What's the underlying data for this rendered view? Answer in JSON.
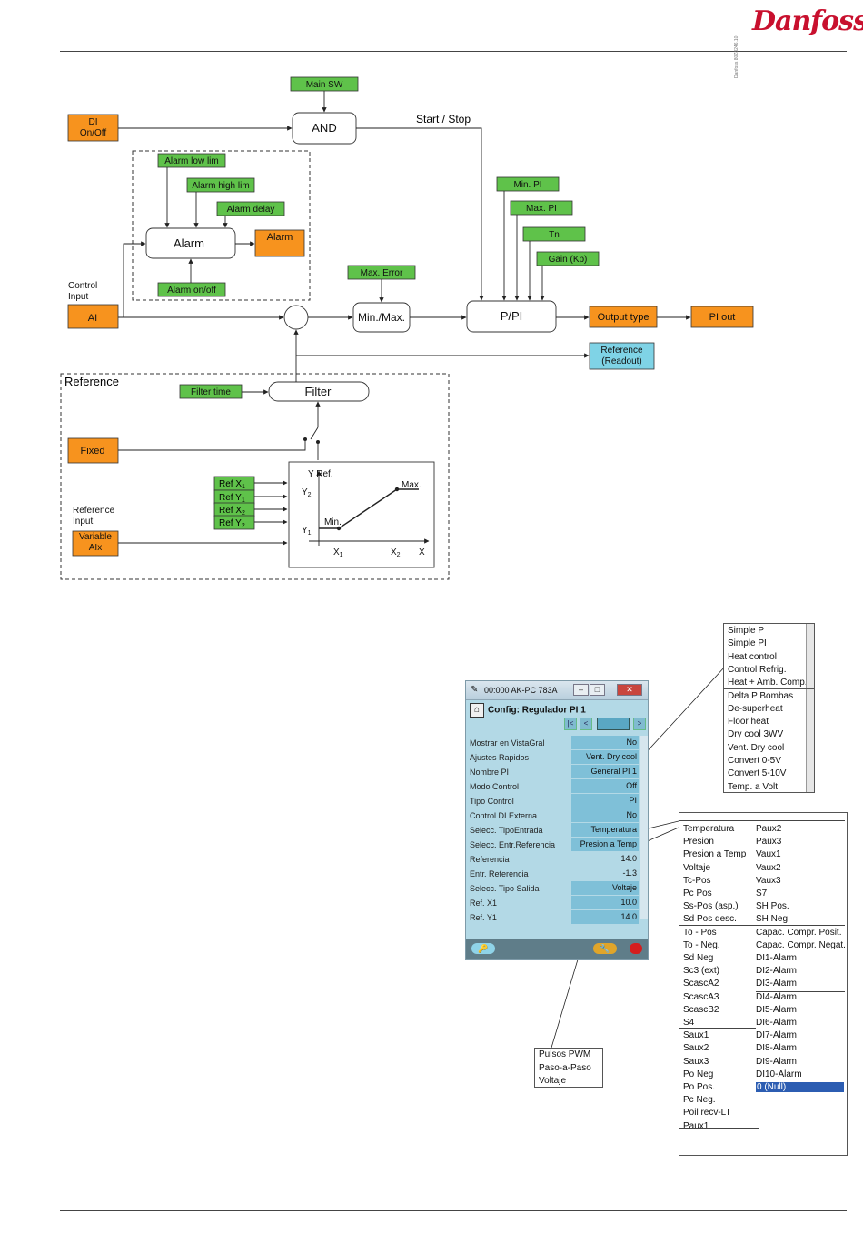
{
  "header": {
    "brand": "Danfoss"
  },
  "watermark": "Danfoss 80Z8246.10",
  "diagram": {
    "nodes": {
      "main_sw": "Main SW",
      "di_on_off": "DI On/Off",
      "and": "AND",
      "start_stop": "Start / Stop",
      "alarm_low_lim": "Alarm low lim",
      "alarm_high_lim": "Alarm high lim",
      "alarm_delay": "Alarm delay",
      "alarm_block": "Alarm",
      "alarm_out": "Alarm",
      "alarm_on_off": "Alarm on/off",
      "control_input": "Control Input",
      "ai": "AI",
      "max_error": "Max. Error",
      "min_max": "Min./Max.",
      "min_pi": "Min. PI",
      "max_pi": "Max. PI",
      "tn": "Tn",
      "gain": "Gain (Kp)",
      "p_pi": "P/PI",
      "output_type": "Output type",
      "pi_out": "PI out",
      "reference_readout": "Reference (Readout)",
      "reference_group": "Reference",
      "filter_time": "Filter time",
      "filter": "Filter",
      "fixed": "Fixed",
      "ref_x1": "Ref X1",
      "ref_y1": "Ref Y1",
      "ref_x2": "Ref X2",
      "ref_y2": "Ref Y2",
      "reference_input": "Reference Input",
      "variable_aix": "Variable AIx"
    },
    "graph": {
      "y_ref": "Y Ref.",
      "y2": "Y2",
      "y1": "Y1",
      "min": "Min.",
      "max": "Max.",
      "x1": "X1",
      "x2": "X2",
      "x": "X"
    }
  },
  "window": {
    "title": "00:000 AK-PC 783A",
    "header": "Config: Regulador PI 1",
    "rows": [
      {
        "label": "Mostrar en VistaGral",
        "value": "No"
      },
      {
        "label": "Ajustes Rapidos",
        "value": "Vent. Dry cool"
      },
      {
        "label": "Nombre PI",
        "value": "General PI 1"
      },
      {
        "label": "Modo Control",
        "value": "Off"
      },
      {
        "label": "Tipo Control",
        "value": "PI"
      },
      {
        "label": "Control DI Externa",
        "value": "No"
      },
      {
        "label": "Selecc. TipoEntrada",
        "value": "Temperatura"
      },
      {
        "label": "Selecc. Entr.Referencia",
        "value": "Presion a Temp"
      },
      {
        "label": "Referencia",
        "value": "14.0"
      },
      {
        "label": "Entr. Referencia",
        "value": "-1.3"
      },
      {
        "label": "Selecc. Tipo Salida",
        "value": "Voltaje"
      },
      {
        "label": "Ref. X1",
        "value": "10.0"
      },
      {
        "label": "Ref. Y1",
        "value": "14.0"
      }
    ]
  },
  "list_quick": [
    "Simple P",
    "Simple PI",
    "Heat control",
    "Control Refrig.",
    "Heat + Amb. Comp.",
    "Delta P Bombas",
    "De-superheat",
    "Floor heat",
    "Dry cool 3WV",
    "Vent. Dry cool",
    "Convert 0-5V",
    "Convert 5-10V",
    "Temp. a Volt"
  ],
  "list_inputs_left": [
    "Temperatura",
    "Presion",
    "Presion a Temp",
    "Voltaje",
    "Tc-Pos",
    "Pc Pos",
    "Ss-Pos (asp.)",
    "Sd Pos desc.",
    "To - Pos",
    "To - Neg.",
    "Sd Neg",
    "Sc3 (ext)",
    "ScascA2",
    "ScascA3",
    "ScascB2",
    "S4",
    "Saux1",
    "Saux2",
    "Saux3",
    "Po Neg",
    "Po Pos.",
    "Pc Neg.",
    "Poil recv-LT",
    "Paux1"
  ],
  "list_inputs_right": [
    "Paux2",
    "Paux3",
    "Vaux1",
    "Vaux2",
    "Vaux3",
    "S7",
    "SH Pos.",
    "SH Neg",
    "Capac. Compr. Posit.",
    "Capac. Compr. Negat.",
    "DI1-Alarm",
    "DI2-Alarm",
    "DI3-Alarm",
    "DI4-Alarm",
    "DI5-Alarm",
    "DI6-Alarm",
    "DI7-Alarm",
    "DI8-Alarm",
    "DI9-Alarm",
    "DI10-Alarm",
    "0 (Null)"
  ],
  "list_output": [
    "Pulsos PWM",
    "Paso-a-Paso",
    "Voltaje"
  ],
  "colors": {
    "green": "#5fc24a",
    "orange": "#f7931e",
    "cyan": "#7fd3e6",
    "brand": "#c8102e"
  }
}
